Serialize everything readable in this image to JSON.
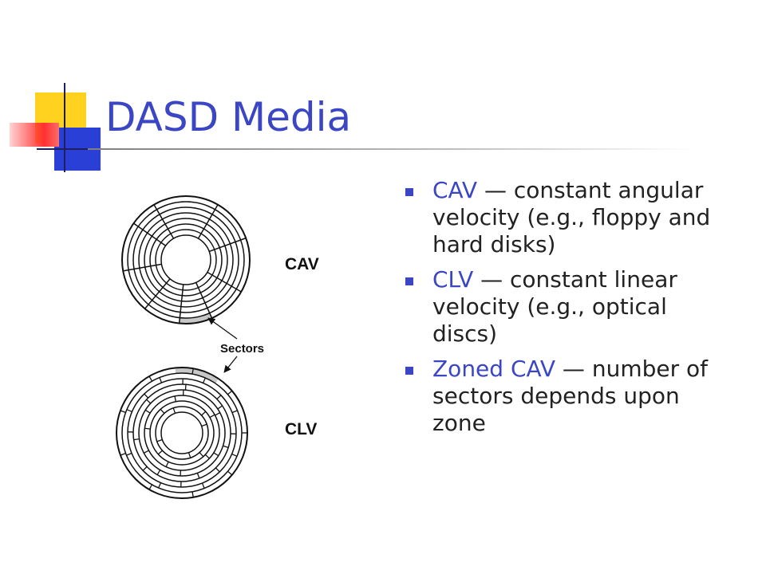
{
  "slide": {
    "title": "DASD Media",
    "accent_color": "#3b46c4"
  },
  "diagram": {
    "labels": {
      "cav": "CAV",
      "clv": "CLV",
      "sectors": "Sectors"
    }
  },
  "bullets": [
    {
      "term": "CAV",
      "text": " — constant angular velocity (e.g., floppy and hard disks)"
    },
    {
      "term": "CLV",
      "text": " — constant linear velocity (e.g., optical discs)"
    },
    {
      "term": "Zoned CAV",
      "text": " — number of sectors depends upon zone"
    }
  ]
}
